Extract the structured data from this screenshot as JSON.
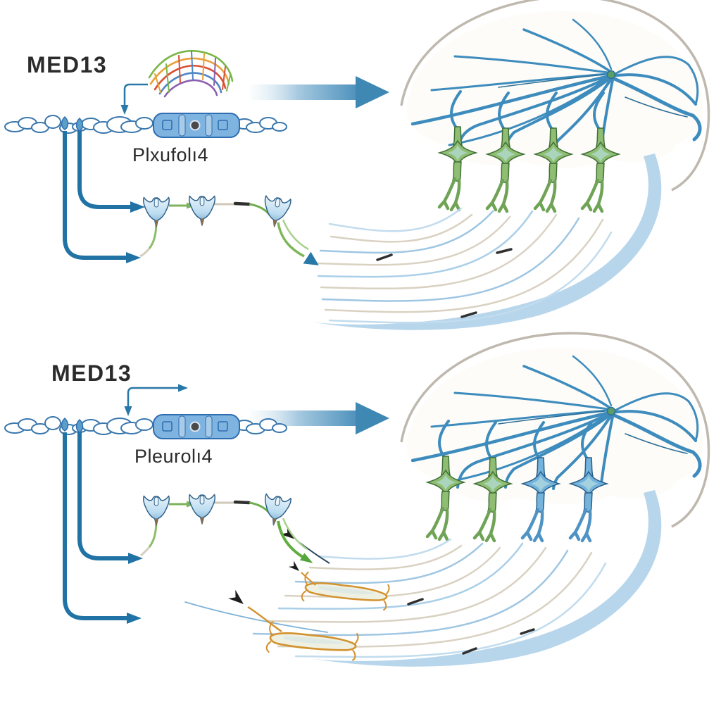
{
  "panels": [
    {
      "gene_label": "MED13",
      "receptor_label": "Plxufolı4"
    },
    {
      "gene_label": "MED13",
      "receptor_label": "Pleurolı4"
    }
  ],
  "colors": {
    "ink": "#2b2b2b",
    "arrow-blue": "#2273a5",
    "elbow-blue": "#2878a8",
    "guidance-green": "#54a53c",
    "fiber-light-blue": "#a9cfe9",
    "fiber-beige": "#d9d2c2",
    "misguided-orange": "#d3912f",
    "mesh-beige": "#d8cdb6",
    "vessel-blue": "#3d8cbd",
    "neuron-green": "#8fbe72",
    "neuron-blue": "#74b3dc",
    "domain-fill": "#7fb3e0",
    "domain-stroke": "#2f6eb0",
    "band-blue": "#aacfe9"
  }
}
